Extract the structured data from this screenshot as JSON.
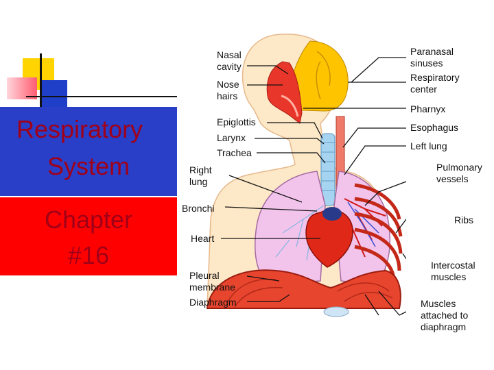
{
  "slide": {
    "title_line1": "Respiratory",
    "title_line2": "System",
    "chapter_line1": "Chapter",
    "chapter_line2": "#16"
  },
  "diagram_labels": {
    "nasal_cavity": "Nasal\ncavity",
    "nose_hairs": "Nose\nhairs",
    "epiglottis": "Epiglottis",
    "larynx": "Larynx",
    "trachea": "Trachea",
    "right_lung": "Right\nlung",
    "bronchi": "Bronchi",
    "heart": "Heart",
    "pleural_membrane": "Pleural\nmembrane",
    "diaphragm": "Diaphragm",
    "paranasal_sinuses": "Paranasal\nsinuses",
    "respiratory_center": "Respiratory\ncenter",
    "pharnyx": "Pharnyx",
    "esophagus": "Esophagus",
    "left_lung": "Left lung",
    "pulmonary_vessels": "Pulmonary\nvessels",
    "ribs": "Ribs",
    "intercostal_muscles": "Intercostal\nmuscles",
    "muscles_attached": "Muscles\nattached to\ndiaphragm"
  },
  "colors": {
    "title_box": "#2a3fc7",
    "chapter_box": "#ff0000",
    "title_text": "#a00018",
    "brain": "#ffc400",
    "tissue": "#e8362a",
    "lung": "#f2c4ec",
    "trachea": "#a6d4f0",
    "skin": "#fde8c8"
  }
}
